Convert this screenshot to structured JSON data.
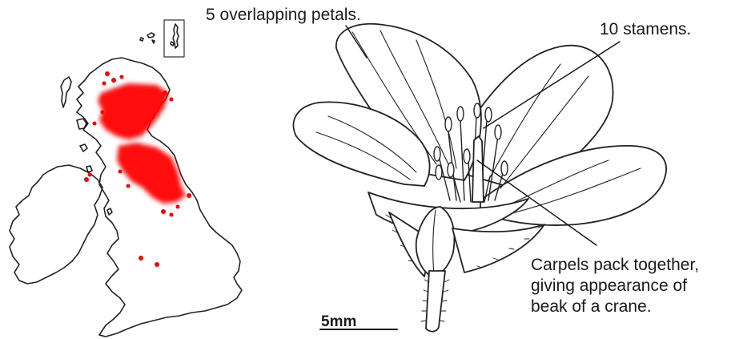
{
  "annotations": {
    "petals": "5 overlapping petals.",
    "stamens": "10 stamens.",
    "carpels_line1": "Carpels pack together,",
    "carpels_line2": "giving appearance of",
    "carpels_line3": "beak of a crane."
  },
  "scale_bar": {
    "label": "5mm"
  },
  "colors": {
    "range": "#ff0000",
    "outline": "#222222",
    "text": "#1a1a1a"
  }
}
